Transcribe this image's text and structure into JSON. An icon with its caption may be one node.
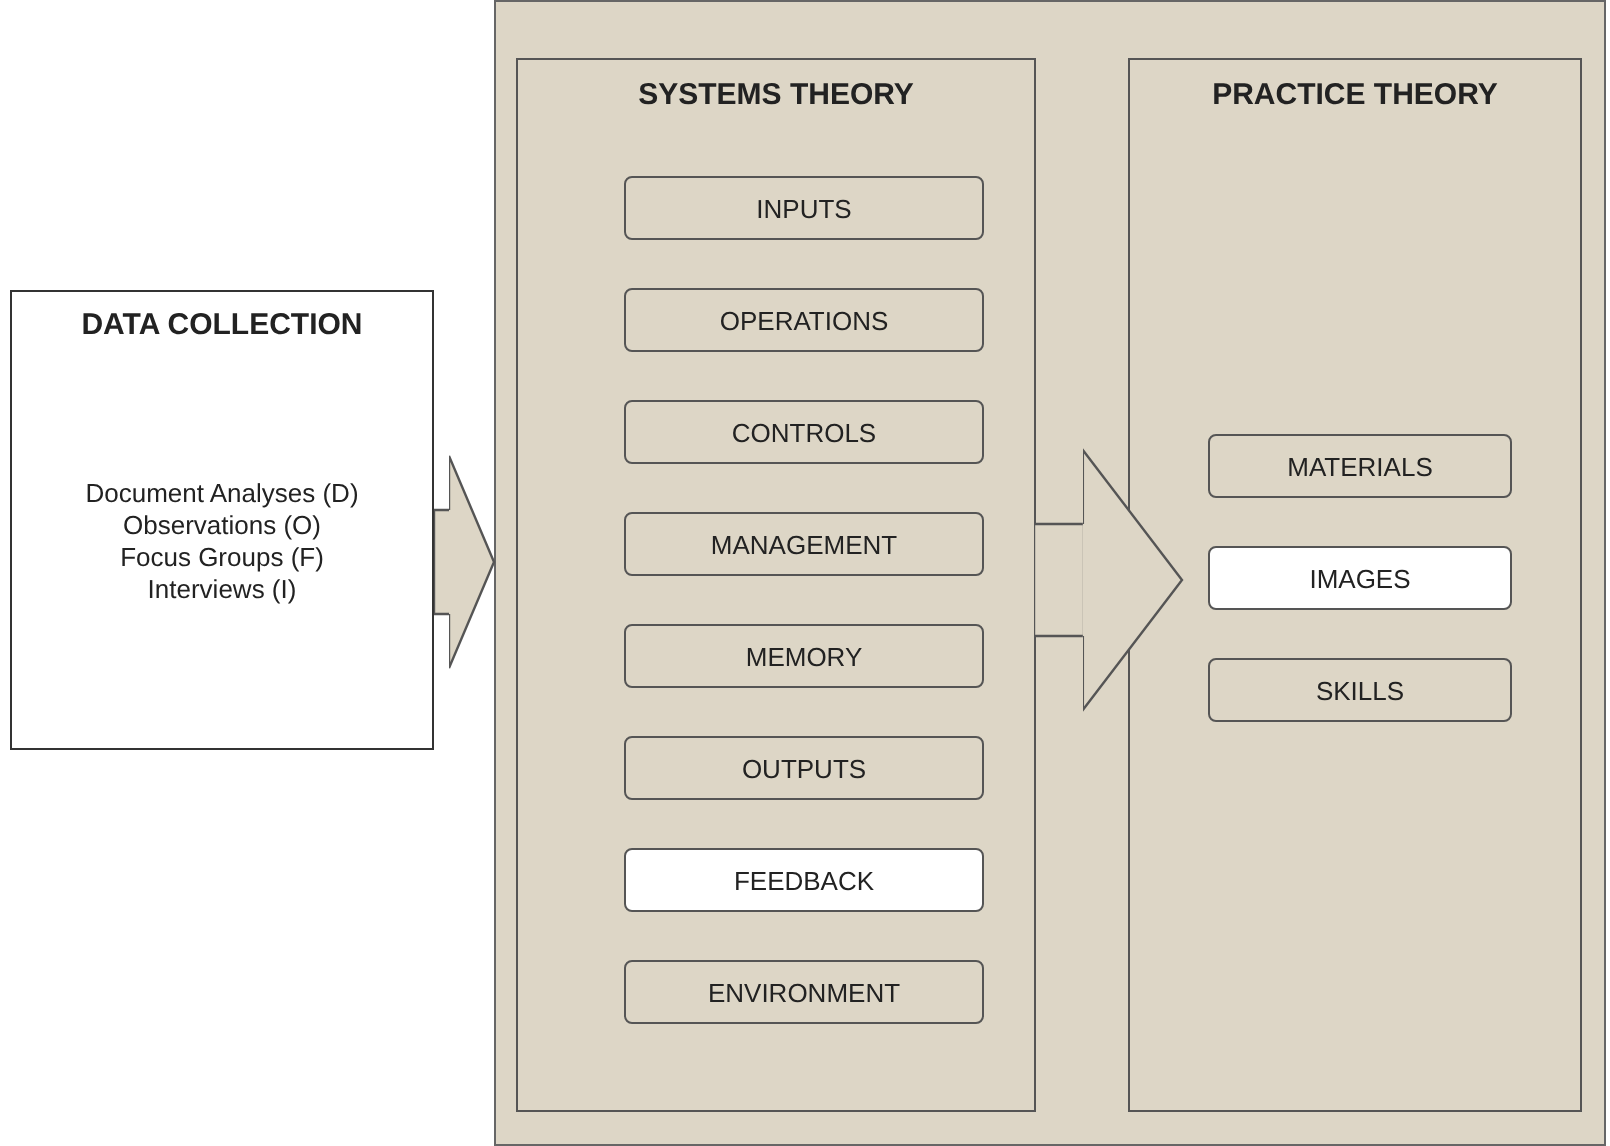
{
  "diagram": {
    "nodes": [
      {
        "text": [
          "DATA COLLECTION",
          "Document Analyses (D)",
          "Observations (O)",
          "Focus Groups (F)",
          "Interviews (I)"
        ]
      },
      {
        "text": [],
        "shape": "box"
      },
      {
        "text": [
          "SYSTEMS THEORY"
        ],
        "in": 1
      },
      {
        "text": [
          "INPUTS"
        ],
        "in": 2
      },
      {
        "text": [
          "OPERATIONS"
        ],
        "in": 2
      },
      {
        "text": [
          "CONTROLS"
        ],
        "in": 2
      },
      {
        "text": [
          "MANAGEMENT"
        ],
        "in": 2
      },
      {
        "text": [
          "MEMORY"
        ],
        "in": 2
      },
      {
        "text": [
          "OUTPUTS"
        ],
        "in": 2
      },
      {
        "text": [
          "FEEDBACK"
        ],
        "in": 2
      },
      {
        "text": [
          "ENVIRONMENT"
        ],
        "in": 2
      },
      {
        "text": [
          "PRACTICE THEORY"
        ],
        "in": 1
      },
      {
        "text": [
          "MATERIALS"
        ],
        "in": 11
      },
      {
        "text": [
          "IMAGES"
        ],
        "in": 11
      },
      {
        "text": [
          "SKILLS"
        ],
        "in": 11
      }
    ],
    "edges": [
      {
        "from": 0,
        "to": 1,
        "arrow": "to"
      },
      {
        "from": 2,
        "to": 11,
        "arrow": "to"
      }
    ]
  }
}
